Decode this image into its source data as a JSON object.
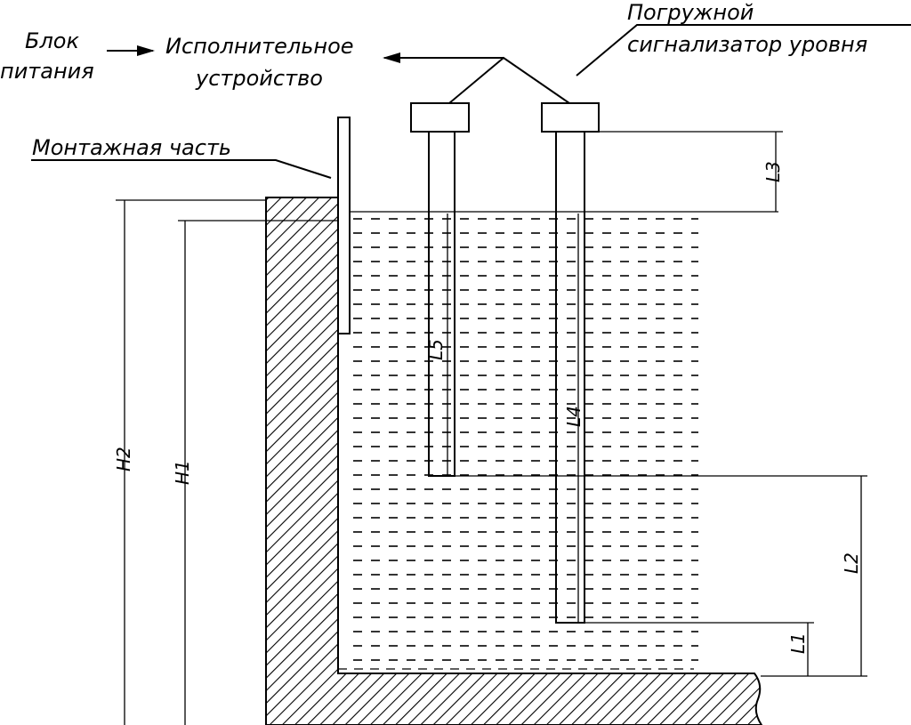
{
  "labels": {
    "power_unit_line1": "Блок",
    "power_unit_line2": "питания",
    "actuator_line1": "Исполнительное",
    "actuator_line2": "устройство",
    "sensor_line1": "Погружной",
    "sensor_line2": "сигнализатор уровня",
    "mounting": "Монтажная часть"
  },
  "dimensions": {
    "h1": "H1",
    "h2": "H2",
    "l1": "L1",
    "l2": "L2",
    "l3": "L3",
    "l4": "L4",
    "l5": "L5"
  },
  "colors": {
    "line": "#000000",
    "background": "#ffffff"
  }
}
